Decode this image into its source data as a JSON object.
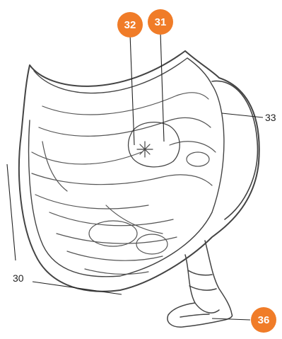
{
  "figure": {
    "callout_color": "#f07c28",
    "callouts": [
      {
        "id": "callout-32",
        "text": "32"
      },
      {
        "id": "callout-31",
        "text": "31"
      },
      {
        "id": "callout-36",
        "text": "36"
      }
    ],
    "plain_labels": [
      {
        "id": "label-33",
        "text": "33"
      },
      {
        "id": "label-30",
        "text": "30"
      }
    ]
  }
}
